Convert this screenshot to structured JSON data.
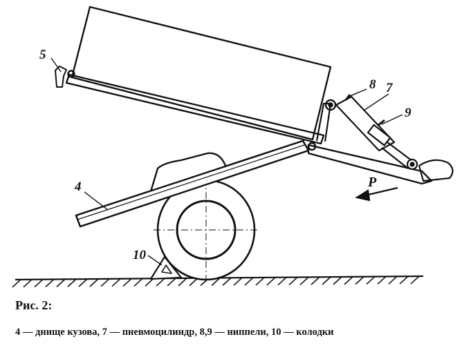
{
  "figure": {
    "title": "Рис. 2:",
    "caption": "4 — днище кузова, 7 — пневмоцилиндр, 8,9 — ниппели, 10 — колодки"
  },
  "labels": {
    "label_4": "4",
    "label_5": "5",
    "label_7": "7",
    "label_8": "8",
    "label_9": "9",
    "label_10": "10",
    "label_p": "P"
  },
  "colors": {
    "ink": "#111111",
    "paper": "#ffffff"
  }
}
